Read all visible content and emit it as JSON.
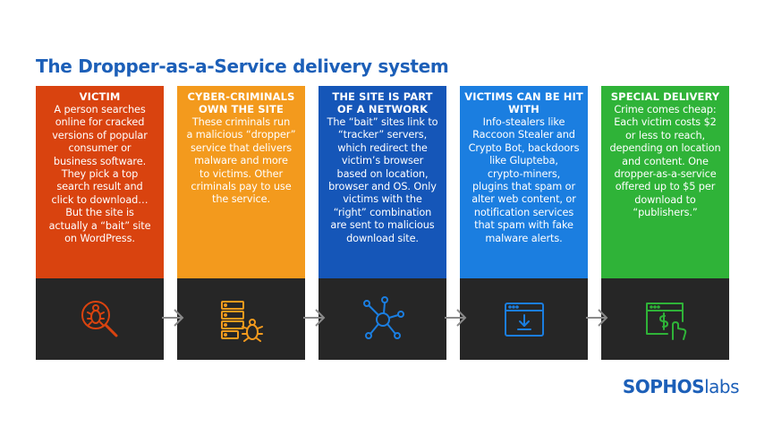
{
  "title": "The Dropper-as-a-Service delivery system",
  "colors": {
    "title": "#1c5fb8",
    "card_bottom": "#262626",
    "victim": "#d9430f",
    "criminals": "#f39a1d",
    "network": "#1556b8",
    "victims_hit": "#1b7ee0",
    "delivery": "#2fb338"
  },
  "cards": [
    {
      "heading": "VICTIM",
      "body": "A person searches\nonline for cracked\nversions of popular\nconsumer or\nbusiness software.\nThey pick a top\nsearch result and\nclick to download…\nBut the site is\nactually  a “bait” site\non WordPress.",
      "icon": "bug-magnifier-icon",
      "icon_color": "#d9430f"
    },
    {
      "heading": "CYBER-CRIMINALS OWN THE SITE",
      "body": "These criminals run\na malicious “dropper”\nservice that delivers\nmalware and more\nto victims. Other\ncriminals pay to use\nthe service.",
      "icon": "server-bug-icon",
      "icon_color": "#f39a1d"
    },
    {
      "heading": "THE SITE IS PART OF A NETWORK",
      "body": "The “bait” sites link to\n“tracker” servers,\nwhich redirect the\nvictim’s browser\nbased on location,\nbrowser and OS. Only\nvictims with the\n“right” combination\nare sent to malicious\ndownload site.",
      "icon": "network-hub-icon",
      "icon_color": "#1b7ee0"
    },
    {
      "heading": "VICTIMS CAN BE HIT WITH",
      "body": "Info-stealers like\nRaccoon Stealer and\nCrypto Bot, backdoors\nlike Glupteba,\ncrypto-miners,\nplugins that spam or\nalter web content, or\nnotification services\nthat spam with fake\nmalware alerts.",
      "icon": "download-window-icon",
      "icon_color": "#1b7ee0"
    },
    {
      "heading": "SPECIAL DELIVERY",
      "body": "Crime comes cheap:\nEach victim costs $2\nor less to reach,\ndepending on location\nand content. One\ndropper-as-a-service\noffered up to $5 per\ndownload to\n“publishers.”",
      "icon": "dollar-click-window-icon",
      "icon_color": "#2fb338"
    }
  ],
  "brand": {
    "part1": "SOPHOS",
    "part2": "labs"
  }
}
